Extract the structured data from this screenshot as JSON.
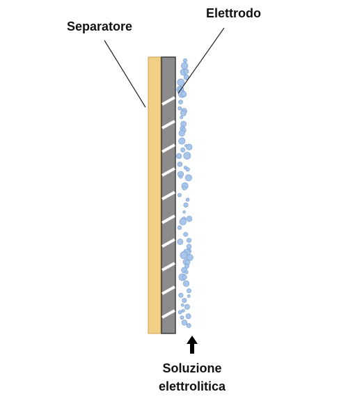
{
  "labels": {
    "separator": "Separatore",
    "electrode": "Elettrodo",
    "solution_line1": "Soluzione",
    "solution_line2": "elettrolitica"
  },
  "icons": {
    "flow_arrow": "arrow-up-icon"
  },
  "colors": {
    "separator_fill": "#f2cf86",
    "separator_stroke": "#c9a24a",
    "electrode_fill": "#8c8c8c",
    "electrode_stroke": "#3c3c3c",
    "pore": "#ffffff",
    "bubble_fill": "#a9c6ea",
    "bubble_stroke": "#6f99cf",
    "leader_line": "#222222",
    "arrow": "#000000"
  }
}
